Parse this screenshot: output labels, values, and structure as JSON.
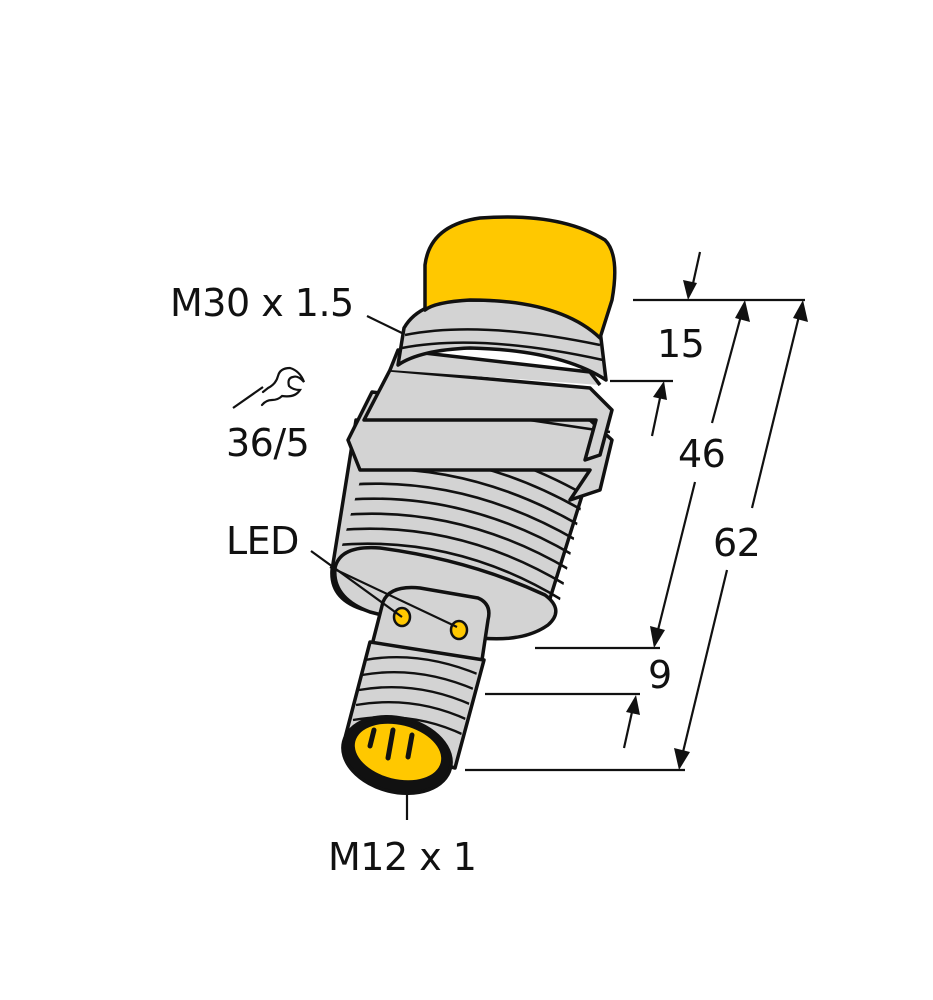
{
  "diagram": {
    "subject": "Cylindrical inductive proximity sensor with M12 connector",
    "labels": {
      "thread_main": "M30 x 1.5",
      "wrench": "36/5",
      "led": "LED",
      "connector_thread": "M12 x 1"
    },
    "dimensions": {
      "sensing_cap": "15",
      "threaded_body": "46",
      "overall_length": "62",
      "connector": "9"
    },
    "colors": {
      "cap_yellow": "#FFC800",
      "body_gray": "#D3D3D3",
      "outline": "#111111",
      "background": "#FFFFFF"
    }
  }
}
